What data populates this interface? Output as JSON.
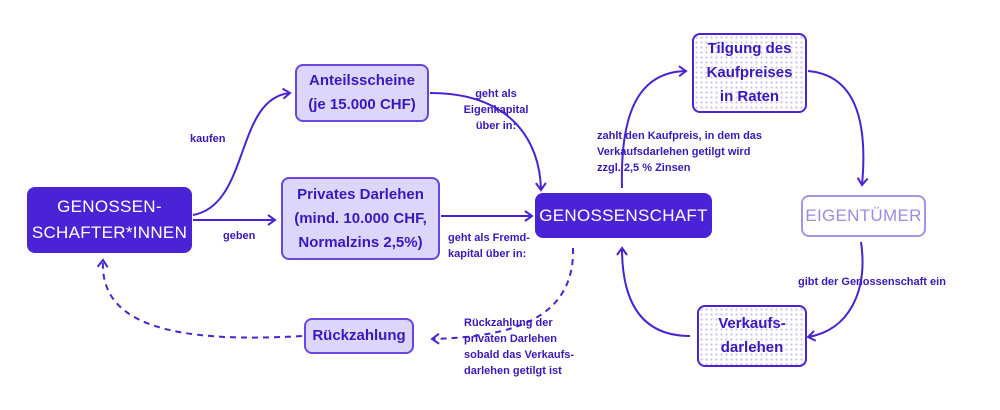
{
  "colors": {
    "primary": "#4a23d6",
    "soft_fill": "#ddd6fb",
    "soft_border": "#6a45e4",
    "muted": "#a792ee",
    "text": "#3a18c0"
  },
  "nodes": {
    "genossenschafter": "GENOSSEN-\nSCHAFTER*INNEN",
    "anteilsscheine": "Anteilsscheine\n(je 15.000 CHF)",
    "privates_darlehen": "Privates Darlehen\n(mind. 10.000 CHF,\nNormalzins 2,5%)",
    "genossenschaft": "GENOSSENSCHAFT",
    "tilgung": "Tilgung des\nKaufpreises\nin Raten",
    "eigentuemer": "EIGENTÜMER",
    "verkaufsdarlehen": "Verkaufs-\ndarlehen",
    "rueckzahlung": "Rückzahlung"
  },
  "labels": {
    "kaufen": "kaufen",
    "geben": "geben",
    "eigenkapital": "geht als\nEigenkapital\nüber in:",
    "fremdkapital": "geht als Fremd-\nkapital über in:",
    "kaufpreis": "zahlt den Kaufpreis, in dem das\nVerkaufsdarlehen getilgt wird\nzzgl. 2,5 % Zinsen",
    "gibt": "gibt der Genossenschaft ein",
    "rueckzahlung_darlehen": "Rückzahlung der\nprivaten Darlehen\nsobald das Verkaufs-\ndarlehen getilgt ist"
  }
}
